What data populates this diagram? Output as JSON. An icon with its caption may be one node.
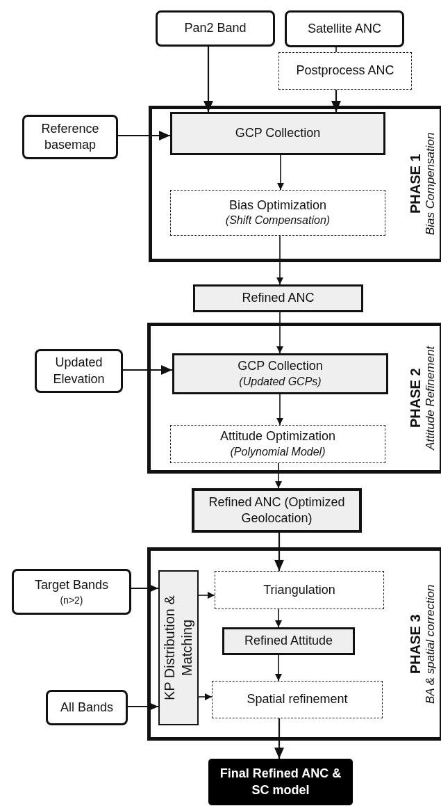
{
  "diagram": {
    "nodes": [
      {
        "text": [
          "Pan2 Band"
        ]
      },
      {
        "text": [
          "Satellite ANC"
        ]
      },
      {
        "text": [
          "Postprocess ANC"
        ]
      },
      {
        "text": [
          "PHASE 1",
          "Bias Compensation"
        ]
      },
      {
        "text": [
          "Reference basemap"
        ]
      },
      {
        "text": [
          "GCP Collection"
        ],
        "in": 3
      },
      {
        "text": [
          "Bias Optimization",
          "(Shift Compensation)"
        ],
        "in": 3
      },
      {
        "text": [
          "Refined ANC"
        ]
      },
      {
        "text": [
          "PHASE 2",
          "Attitude Refinement"
        ]
      },
      {
        "text": [
          "Updated Elevation"
        ]
      },
      {
        "text": [
          "GCP Collection",
          "(Updated GCPs)"
        ],
        "in": 8
      },
      {
        "text": [
          "Attitude Optimization",
          "(Polynomial Model)"
        ],
        "in": 8
      },
      {
        "text": [
          "Refined ANC (Optimized Geolocation)"
        ]
      },
      {
        "text": [
          "PHASE 3",
          "BA & spatial correction"
        ]
      },
      {
        "text": [
          "Target Bands",
          "(n>2)"
        ]
      },
      {
        "text": [
          "KP Distribution & Matching"
        ],
        "in": 13
      },
      {
        "text": [
          "Triangulation"
        ],
        "in": 13
      },
      {
        "text": [
          "Refined Attitude"
        ],
        "in": 13
      },
      {
        "text": [
          "Spatial refinement"
        ],
        "in": 13
      },
      {
        "text": [
          "All Bands"
        ]
      },
      {
        "text": [
          "Final Refined ANC & SC model"
        ]
      }
    ],
    "edges": [
      {
        "from": 0,
        "to": 5,
        "arrow": "to"
      },
      {
        "from": 1,
        "to": 2,
        "arrow": "none"
      },
      {
        "from": 2,
        "to": 5,
        "arrow": "to"
      },
      {
        "from": 4,
        "to": 5,
        "arrow": "to"
      },
      {
        "from": 5,
        "to": 6,
        "arrow": "to"
      },
      {
        "from": 6,
        "to": 7,
        "arrow": "to"
      },
      {
        "from": 7,
        "to": 10,
        "arrow": "to"
      },
      {
        "from": 9,
        "to": 10,
        "arrow": "to"
      },
      {
        "from": 10,
        "to": 11,
        "arrow": "to"
      },
      {
        "from": 11,
        "to": 12,
        "arrow": "to"
      },
      {
        "from": 12,
        "to": 16,
        "arrow": "to"
      },
      {
        "from": 14,
        "to": 15,
        "arrow": "to"
      },
      {
        "from": 19,
        "to": 15,
        "arrow": "to"
      },
      {
        "from": 15,
        "to": 16,
        "arrow": "to"
      },
      {
        "from": 15,
        "to": 18,
        "arrow": "to"
      },
      {
        "from": 16,
        "to": 17,
        "arrow": "to"
      },
      {
        "from": 17,
        "to": 18,
        "arrow": "to"
      },
      {
        "from": 18,
        "to": 20,
        "arrow": "to"
      }
    ]
  }
}
